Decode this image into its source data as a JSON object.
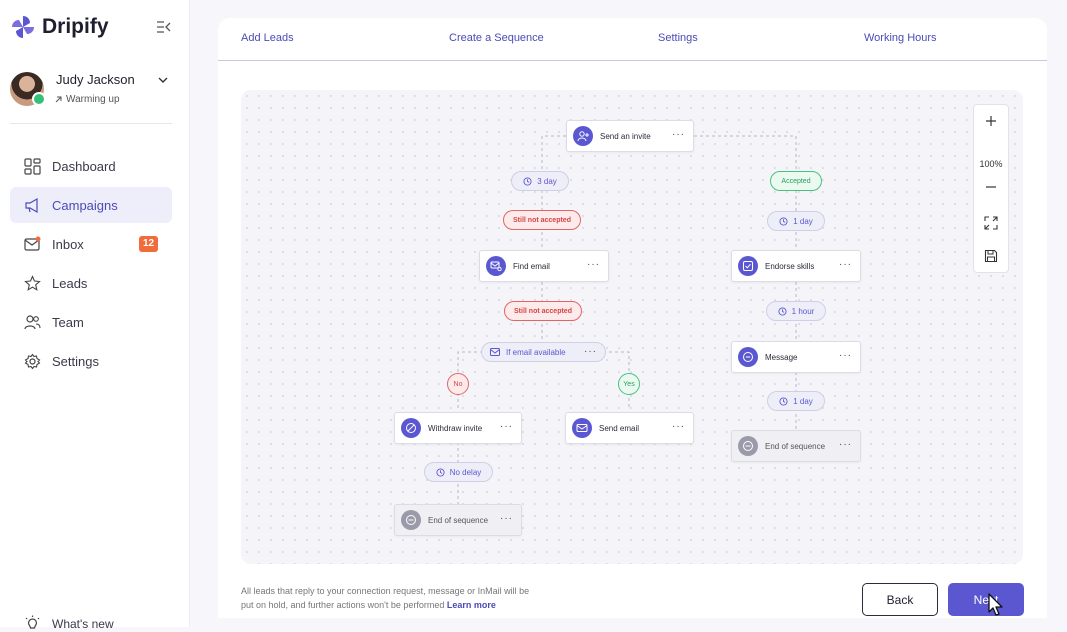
{
  "app": {
    "brand": "Dripify",
    "accent": "#5b57d1",
    "badge_color": "#f26b3a"
  },
  "user": {
    "name": "Judy Jackson",
    "status": "Warming up"
  },
  "nav": {
    "items": [
      {
        "label": "Dashboard",
        "icon": "dashboard-icon"
      },
      {
        "label": "Campaigns",
        "icon": "megaphone-icon",
        "active": true
      },
      {
        "label": "Inbox",
        "icon": "inbox-icon",
        "badge": "12"
      },
      {
        "label": "Leads",
        "icon": "star-icon"
      },
      {
        "label": "Team",
        "icon": "team-icon"
      },
      {
        "label": "Settings",
        "icon": "gear-icon"
      }
    ],
    "whats_new": "What's new"
  },
  "tabs": [
    "Add Leads",
    "Create a Sequence",
    "Settings",
    "Working Hours"
  ],
  "flow": {
    "nodes": {
      "send_invite": "Send an invite",
      "find_email": "Find email",
      "withdraw_invite": "Withdraw invite",
      "send_email": "Send email",
      "end_left": "End of sequence",
      "endorse_skills": "Endorse skills",
      "message": "Message",
      "end_right": "End of sequence"
    },
    "delays": {
      "three_day": "3 day",
      "one_day_a": "1 day",
      "one_hour": "1 hour",
      "one_day_b": "1 day",
      "no_delay": "No delay"
    },
    "conditions": {
      "not_accepted_1": "Still not accepted",
      "not_accepted_2": "Still not accepted",
      "accepted": "Accepted",
      "if_email": "If email available",
      "no": "No",
      "yes": "Yes"
    }
  },
  "zoom": {
    "level": "100%"
  },
  "footer": {
    "note": "All leads that reply to your connection request, message or InMail will be put on hold, and further actions won't be performed",
    "learn_more": "Learn more",
    "back": "Back",
    "next": "Next"
  }
}
